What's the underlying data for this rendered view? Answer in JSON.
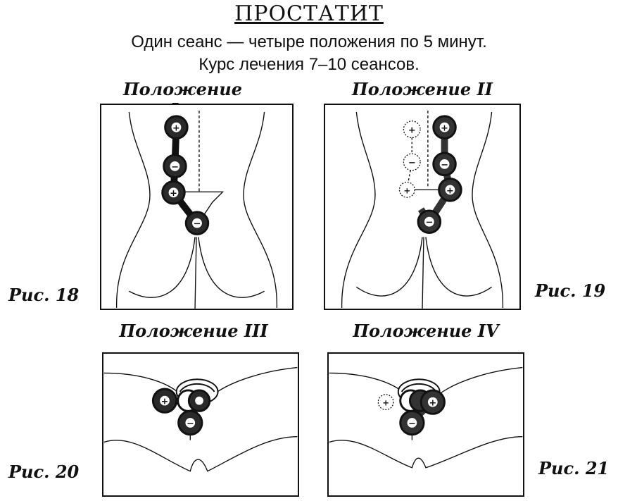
{
  "header": {
    "title": "ПРОСТАТИТ",
    "line1": "Один сеанс — четыре положения по 5 минут.",
    "line2": "Курс лечения 7–10 сеансов."
  },
  "panels": [
    {
      "position_label": "Положение I",
      "figure_label": "Рис. 18"
    },
    {
      "position_label": "Положение II",
      "figure_label": "Рис. 19"
    },
    {
      "position_label": "Положение III",
      "figure_label": "Рис. 20"
    },
    {
      "position_label": "Положение IV",
      "figure_label": "Рис. 21"
    }
  ],
  "symbols": {
    "plus": "+",
    "minus": "−"
  },
  "colors": {
    "ink": "#111111",
    "electrode_fill": "#2a2a2a",
    "electrode_ring": "#111111"
  }
}
